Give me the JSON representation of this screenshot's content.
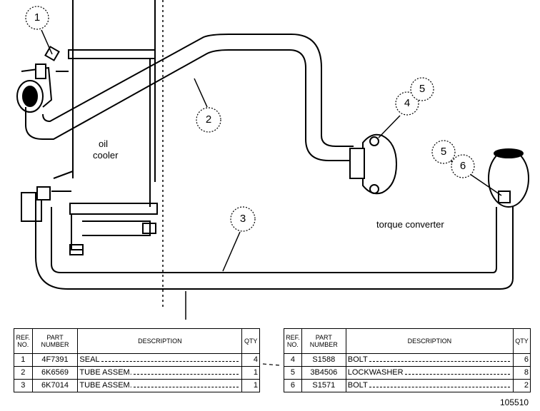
{
  "labels": {
    "oil": "oil",
    "cooler": "cooler",
    "torque_converter": "torque converter",
    "figure_number": "105510"
  },
  "callouts": [
    "1",
    "2",
    "3",
    "4",
    "5",
    "5",
    "6"
  ],
  "tables": {
    "headers": {
      "ref": [
        "REF.",
        "NO."
      ],
      "part": [
        "PART",
        "NUMBER"
      ],
      "description": "DESCRIPTION",
      "qty": "QTY"
    },
    "left": [
      {
        "ref": "1",
        "part": "4F7391",
        "desc": "SEAL",
        "qty": "4"
      },
      {
        "ref": "2",
        "part": "6K6569",
        "desc": "TUBE ASSEM.",
        "qty": "1"
      },
      {
        "ref": "3",
        "part": "6K7014",
        "desc": "TUBE ASSEM.",
        "qty": "1"
      }
    ],
    "right": [
      {
        "ref": "4",
        "part": "S1588",
        "desc": "BOLT",
        "qty": "6"
      },
      {
        "ref": "5",
        "part": "3B4506",
        "desc": "LOCKWASHER",
        "qty": "8"
      },
      {
        "ref": "6",
        "part": "S1571",
        "desc": "BOLT",
        "qty": "2"
      }
    ]
  }
}
